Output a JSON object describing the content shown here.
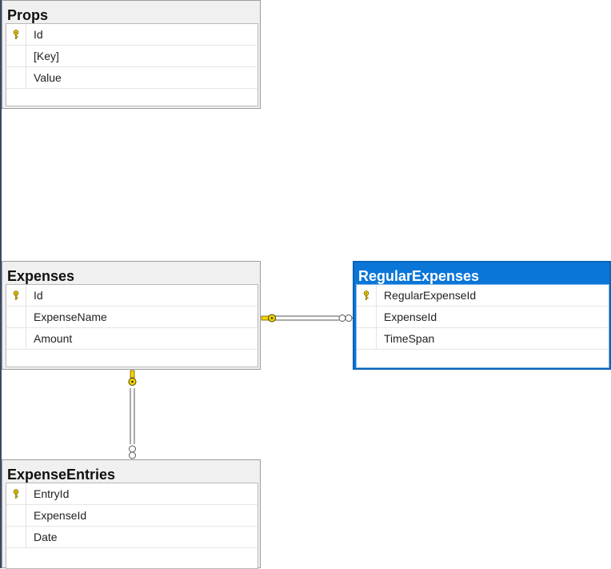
{
  "tables": {
    "props": {
      "title": "Props",
      "columns": [
        {
          "name": "Id",
          "primary_key": true
        },
        {
          "name": "[Key]",
          "primary_key": false
        },
        {
          "name": "Value",
          "primary_key": false
        }
      ]
    },
    "expenses": {
      "title": "Expenses",
      "columns": [
        {
          "name": "Id",
          "primary_key": true
        },
        {
          "name": "ExpenseName",
          "primary_key": false
        },
        {
          "name": "Amount",
          "primary_key": false
        }
      ]
    },
    "regular_expenses": {
      "title": "RegularExpenses",
      "selected": true,
      "columns": [
        {
          "name": "RegularExpenseId",
          "primary_key": true
        },
        {
          "name": "ExpenseId",
          "primary_key": false
        },
        {
          "name": "TimeSpan",
          "primary_key": false
        }
      ]
    },
    "expense_entries": {
      "title": "ExpenseEntries",
      "columns": [
        {
          "name": "EntryId",
          "primary_key": true
        },
        {
          "name": "ExpenseId",
          "primary_key": false
        },
        {
          "name": "Date",
          "primary_key": false
        }
      ]
    }
  },
  "relationships": [
    {
      "from": "Expenses",
      "to": "RegularExpenses",
      "from_end": "one-key",
      "to_end": "many-infinity"
    },
    {
      "from": "Expenses",
      "to": "ExpenseEntries",
      "from_end": "one-key",
      "to_end": "many-infinity"
    }
  ],
  "colors": {
    "selected_header": "#0a76d8",
    "key_icon": "#f2d700",
    "header": "#f0f0f0"
  }
}
